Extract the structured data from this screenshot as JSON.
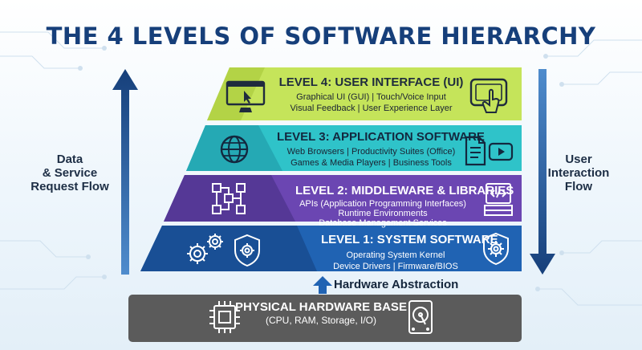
{
  "title": "THE 4 LEVELS OF SOFTWARE HIERARCHY",
  "left_label": [
    "Data",
    "& Service",
    "Request Flow"
  ],
  "right_label": [
    "User",
    "Interaction",
    "Flow"
  ],
  "levels": [
    {
      "title": "LEVEL 4: USER INTERFACE (UI)",
      "lines": [
        "Graphical UI (GUI) | Touch/Voice Input",
        "Visual Feedback | User Experience Layer"
      ],
      "color": "#c8e65a"
    },
    {
      "title": "LEVEL 3: APPLICATION SOFTWARE",
      "lines": [
        "Web Browsers | Productivity Suites (Office)",
        "Games & Media Players | Business Tools"
      ],
      "color": "#2ec3c9"
    },
    {
      "title": "LEVEL 2: MIDDLEWARE & LIBRARIES",
      "lines": [
        "APIs (Application Programming Interfaces)",
        "Runtime Environments",
        "Database Management Services"
      ],
      "color": "#6a45b0"
    },
    {
      "title": "LEVEL 1: SYSTEM SOFTWARE",
      "lines": [
        "Operating System Kernel",
        "Device Drivers | Firmware/BIOS"
      ],
      "color": "#1f5fae"
    }
  ],
  "hardware_abstraction": "Hardware Abstraction",
  "hardware_base": {
    "title": "PHYSICAL HARDWARE BASE",
    "subtitle": "(CPU, RAM, Storage, I/O)"
  },
  "icons": [
    "monitor-cursor-icon",
    "tablet-touch-icon",
    "globe-icon",
    "document-video-icon",
    "network-nodes-icon",
    "code-book-icon",
    "gears-icon",
    "shield-gear-icon",
    "cpu-chip-icon",
    "hard-drive-icon"
  ]
}
